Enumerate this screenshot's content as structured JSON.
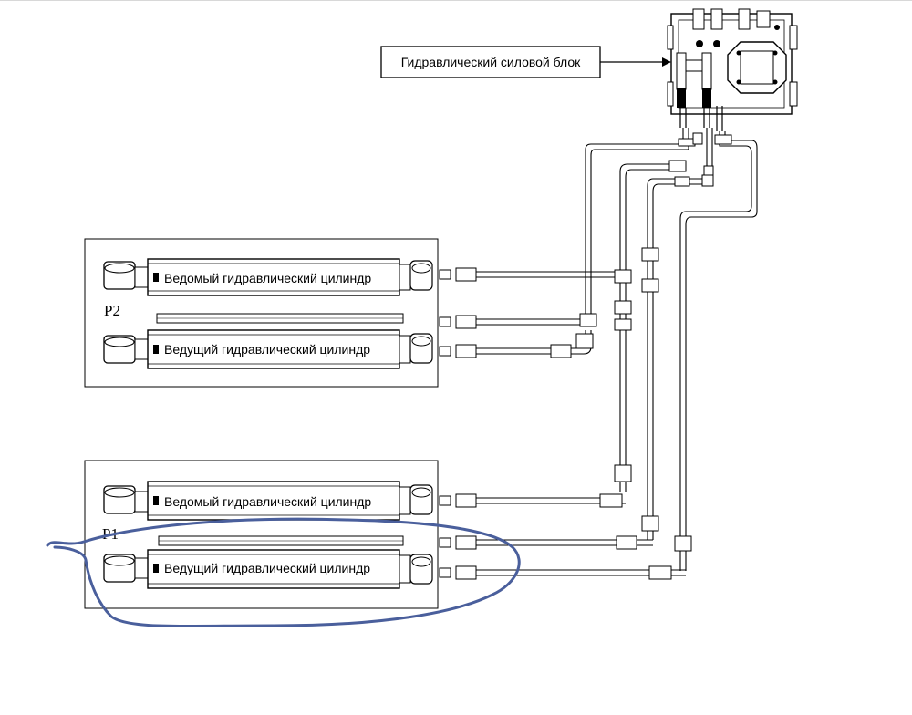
{
  "power_unit": {
    "label": "Гидравлический силовой блок",
    "icon": "hydraulic-power-unit-icon"
  },
  "groups": [
    {
      "label": "P2",
      "cylinders": [
        {
          "role": "slave",
          "label": "Ведомый гидравлический цилиндр"
        },
        {
          "role": "master",
          "label": "Ведущий гидравлический цилиндр"
        }
      ]
    },
    {
      "label": "P1",
      "cylinders": [
        {
          "role": "slave",
          "label": "Ведомый гидравлический цилиндр"
        },
        {
          "role": "master",
          "label": "Ведущий гидравлический цилиндр"
        }
      ]
    }
  ],
  "highlight": {
    "target": "P1 master cylinder",
    "color": "#4a5f9c"
  },
  "colors": {
    "line": "#000000",
    "highlight": "#4a5f9c"
  }
}
